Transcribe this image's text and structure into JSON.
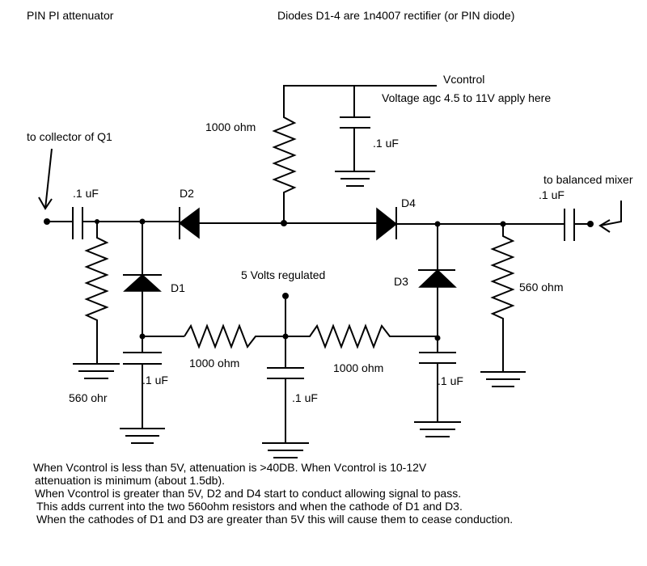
{
  "title": "PIN PI attenuator",
  "diodes_note": "Diodes D1-4 are 1n4007 rectifier (or PIN diode)",
  "vcontrol_label": "Vcontrol",
  "vcontrol_note": "Voltage agc 4.5 to 11V apply here",
  "input_label": "to collector of Q1",
  "output_label": "to balanced mixer",
  "five_volts_label": "5 Volts regulated",
  "components": {
    "r_vcontrol": "1000 ohm",
    "c_vcontrol": ".1 uF",
    "c_in": ".1 uF",
    "c_out": ".1 uF",
    "r_in": "560 ohr",
    "r_out": "560 ohm",
    "r_left": "1000 ohm",
    "r_right": "1000 ohm",
    "c_d1": ".1 uF",
    "c_5v": ".1 uF",
    "c_d3": ".1 uF",
    "d1": "D1",
    "d2": "D2",
    "d3": "D3",
    "d4": "D4"
  },
  "notes": [
    "When Vcontrol is less than 5V, attenuation is >40DB.  When Vcontrol is 10-12V",
    "attenuation is minimum (about 1.5db).",
    "When Vcontrol is greater than 5V,  D2 and D4 start to conduct allowing signal to pass.",
    "This adds current into the two 560ohm resistors and when the cathode of D1 and D3.",
    "When the cathodes of D1 and D3 are greater than 5V this will cause them to cease conduction."
  ]
}
